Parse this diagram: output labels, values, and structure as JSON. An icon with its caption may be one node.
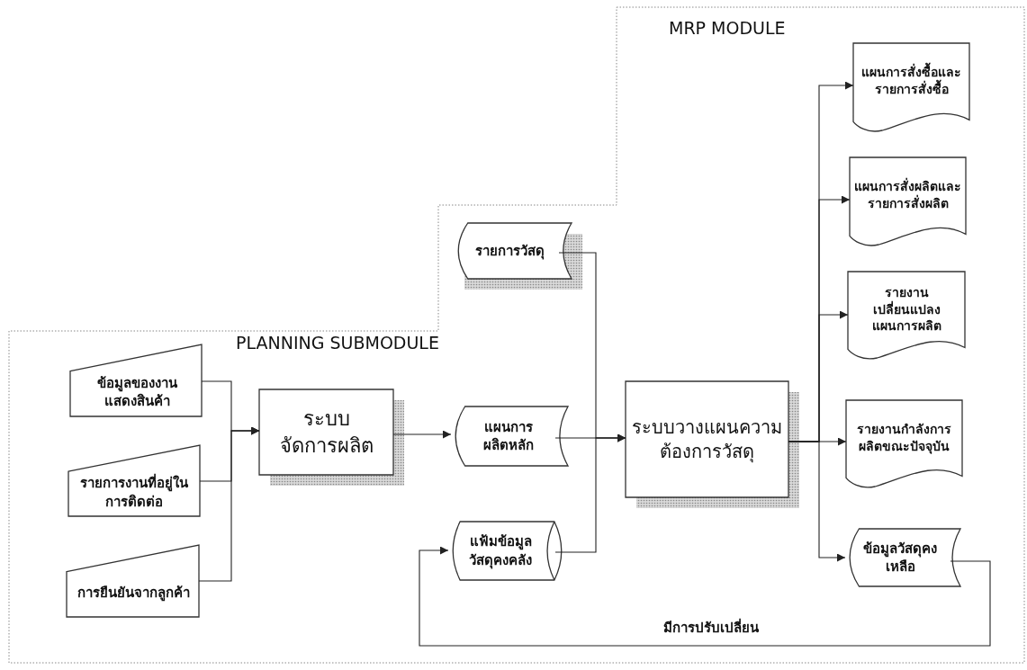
{
  "diagram": {
    "nodes": [
      {
        "text": [
          "MRP MODULE"
        ]
      },
      {
        "text": [
          "ข้อมูลของงานแสดงสินค้า"
        ],
        "in": 0
      },
      {
        "text": [
          "รายการงานที่อยู่ในการติดต่อ"
        ],
        "in": 0
      },
      {
        "text": [
          "การยืนยันจากลูกค้า"
        ],
        "in": 0
      },
      {
        "text": [
          "ระบบจัดการผลิต"
        ],
        "in": 0
      },
      {
        "text": [
          "รายการวัสดุ"
        ],
        "in": 0
      },
      {
        "text": [
          "แผนการผลิตหลัก"
        ],
        "in": 0
      },
      {
        "text": [
          "แฟ้มข้อมูลวัสดุคงคลัง"
        ],
        "in": 0
      },
      {
        "text": [
          "ระบบวางแผนความต้องการวัสดุ"
        ],
        "in": 0
      },
      {
        "text": [
          "แผนการสั่งซื้อและรายการสั่งซื้อ"
        ],
        "in": 0
      },
      {
        "text": [
          "แผนการสั่งผลิตและรายการสั่งผลิต"
        ],
        "in": 0
      },
      {
        "text": [
          "รายงานเปลี่ยนแปลงแผนการผลิต"
        ],
        "in": 0
      },
      {
        "text": [
          "รายงานกำลังการผลิตขณะปัจจุบัน"
        ],
        "in": 0
      },
      {
        "text": [
          "ข้อมูลวัสดุคงเหลือ"
        ],
        "in": 0
      }
    ],
    "edges": [
      {
        "from": 1,
        "to": 4,
        "arrow": "to"
      },
      {
        "from": 2,
        "to": 4,
        "arrow": "to"
      },
      {
        "from": 3,
        "to": 4,
        "arrow": "to"
      },
      {
        "from": 4,
        "to": 6,
        "arrow": "to"
      },
      {
        "from": 6,
        "to": 8,
        "arrow": "to"
      },
      {
        "from": 5,
        "to": 8,
        "arrow": "to"
      },
      {
        "from": 7,
        "to": 8,
        "arrow": "to"
      },
      {
        "from": 8,
        "to": 9,
        "arrow": "to"
      },
      {
        "from": 8,
        "to": 10,
        "arrow": "to"
      },
      {
        "from": 8,
        "to": 11,
        "arrow": "to"
      },
      {
        "from": 8,
        "to": 12,
        "arrow": "to"
      },
      {
        "from": 8,
        "to": 13,
        "arrow": "to"
      },
      {
        "from": 13,
        "to": 7,
        "arrow": "to",
        "label": "มีการปรับเปลี่ยน"
      }
    ],
    "labels": [
      "PLANNING SUBMODULE"
    ]
  }
}
